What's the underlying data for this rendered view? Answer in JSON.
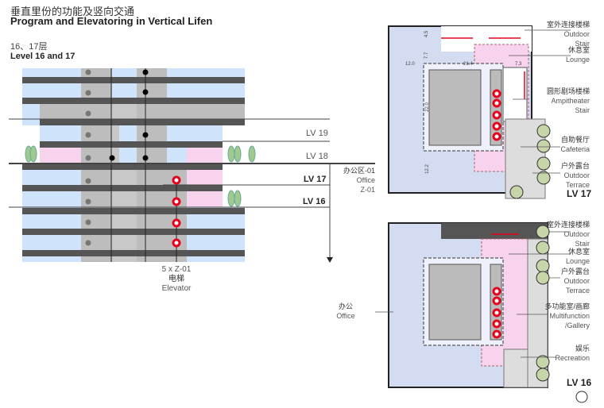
{
  "header": {
    "title_cn": "垂直里份的功能及竖向交通",
    "title_en": "Program and Elevatoring in Vertical Lifen",
    "subtitle_cn": "16、17层",
    "subtitle_en": "Level 16 and 17"
  },
  "section": {
    "levels": [
      "LV 19",
      "LV 18",
      "LV 17",
      "LV 16"
    ],
    "office": {
      "cn": "办公区-01",
      "en": "Office",
      "code": "Z-01"
    },
    "elevator": {
      "count": "5 x Z-01",
      "cn": "电梯",
      "en": "Elevator"
    }
  },
  "plan_lv17": {
    "level": "LV 17",
    "dims": [
      "4.5",
      "7.7",
      "12.0",
      "21.4",
      "7.3",
      "22.0",
      "12.2"
    ],
    "labels": [
      {
        "cn": "室外连接楼梯",
        "en1": "Outdoor",
        "en2": "Stair"
      },
      {
        "cn": "休息室",
        "en1": "Lounge",
        "en2": ""
      },
      {
        "cn": "圆形剧场楼梯",
        "en1": "Ampitheater",
        "en2": "Stair"
      },
      {
        "cn": "自助餐厅",
        "en1": "Cafeteria",
        "en2": ""
      },
      {
        "cn": "户外露台",
        "en1": "Outdoor",
        "en2": "Terrace"
      }
    ]
  },
  "plan_lv16": {
    "level": "LV 16",
    "office_cn": "办公",
    "office_en": "Office",
    "labels": [
      {
        "cn": "室外连接楼梯",
        "en1": "Outdoor",
        "en2": "Stair"
      },
      {
        "cn": "休息室",
        "en1": "Lounge",
        "en2": ""
      },
      {
        "cn": "户外露台",
        "en1": "Outdoor",
        "en2": "Terrace"
      },
      {
        "cn": "多功能室/画廊",
        "en1": "Multifunction",
        "en2": "/Gallery"
      },
      {
        "cn": "娱乐",
        "en1": "Recreation",
        "en2": ""
      }
    ]
  },
  "colors": {
    "office": "#cfe3fb",
    "amenity": "#f7d3ee",
    "core": "#bdbdbd",
    "slab": "#555555",
    "elevator": "#e8001c",
    "planting": "#9fc98f"
  }
}
